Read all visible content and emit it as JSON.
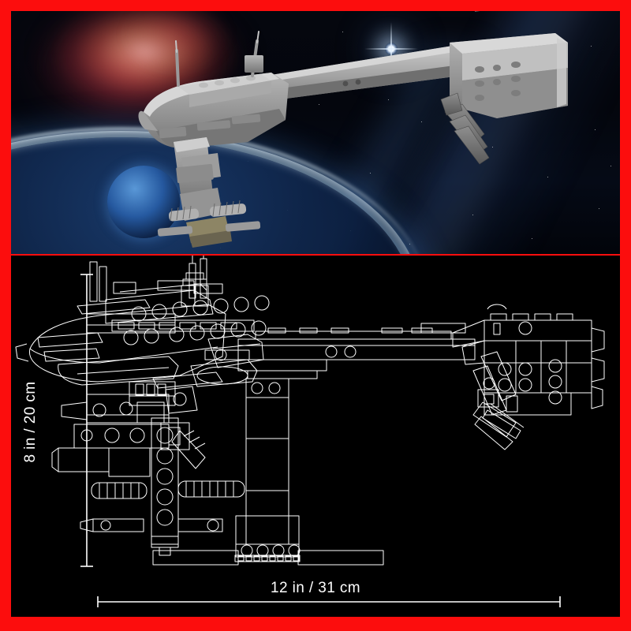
{
  "page": {
    "border_color": "#fc0d0d",
    "background_color": "#000000"
  },
  "photo_panel": {
    "name": "product-lifestyle-photo",
    "description": "Grey LEGO-style Nostromo spaceship model floating in space",
    "scene": {
      "nebula": "orange-red nebula cloud upper left",
      "star": "bright white star with lens flare upper right",
      "planet": "blue planet limb with bright atmosphere along bottom left",
      "moon": "small blue planet mid left",
      "milky_way": "blue galactic band diagonal right"
    }
  },
  "diagram_panel": {
    "name": "dimension-line-drawing",
    "description": "White outline technical drawing of the assembled model on a display stand",
    "model_color": "#ffffff",
    "background_color": "#000000"
  },
  "dimensions": {
    "height_label": "8 in / 20 cm",
    "width_label": "12 in / 31 cm",
    "height_value_in": 8,
    "height_value_cm": 20,
    "width_value_in": 12,
    "width_value_cm": 31,
    "line_color": "#ffffff"
  }
}
